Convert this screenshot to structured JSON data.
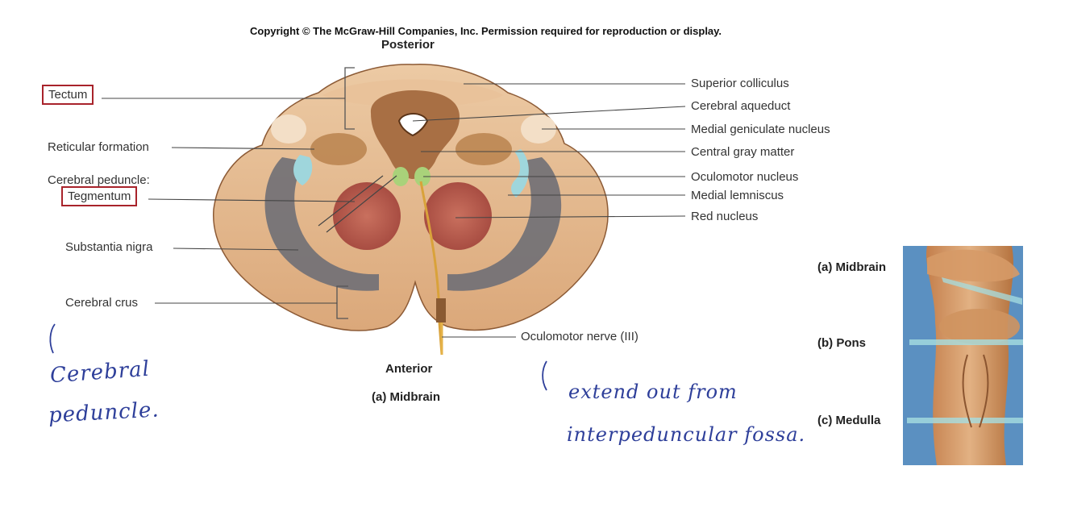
{
  "copyright": "Copyright © The McGraw-Hill Companies, Inc. Permission required for reproduction or display.",
  "orientation": {
    "top": "Posterior",
    "bottom": "Anterior"
  },
  "caption": "(a) Midbrain",
  "left_labels": {
    "tectum": "Tectum",
    "reticular_formation": "Reticular formation",
    "cerebral_peduncle": "Cerebral peduncle:",
    "tegmentum": "Tegmentum",
    "substantia_nigra": "Substantia nigra",
    "cerebral_crus": "Cerebral crus"
  },
  "right_labels": {
    "superior_colliculus": "Superior colliculus",
    "cerebral_aqueduct": "Cerebral aqueduct",
    "medial_geniculate": "Medial geniculate nucleus",
    "central_gray": "Central gray matter",
    "oculomotor_nucleus": "Oculomotor nucleus",
    "medial_lemniscus": "Medial lemniscus",
    "red_nucleus": "Red nucleus"
  },
  "oculomotor_nerve": "Oculomotor nerve (III)",
  "brainstem_panel": {
    "midbrain": "(a) Midbrain",
    "pons": "(b) Pons",
    "medulla": "(c) Medulla"
  },
  "handwriting": {
    "left_line1": "Cerebral",
    "left_line2": "peduncle.",
    "right_line1": "extend out from",
    "right_line2": "interpeduncular fossa."
  },
  "colors": {
    "box_outline": "#a8232b",
    "ink": "#2e3f9a",
    "tissue": "#e6b98d",
    "red_nucleus": "#b5564a",
    "substantia_nigra": "#6f6f75",
    "medial_lemniscus": "#9fd6dc",
    "oculomotor_nucleus": "#a9d27a"
  }
}
